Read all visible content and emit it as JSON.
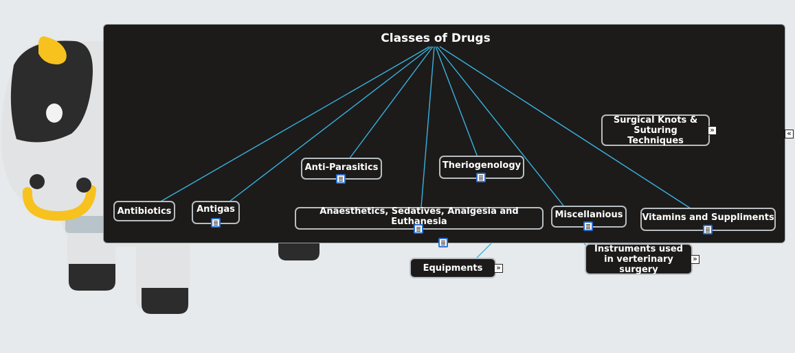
{
  "map": {
    "central_topic": "Classes of Drugs",
    "nodes": [
      {
        "id": "antibiotics",
        "label": "Antibiotics"
      },
      {
        "id": "antigas",
        "label": "Antigas"
      },
      {
        "id": "anti-parasitics",
        "label": "Anti-Parasitics"
      },
      {
        "id": "anaesthetics",
        "label": "Anaesthetics, Sedatives, Analgesia and Euthanesia"
      },
      {
        "id": "theriogenology",
        "label": "Theriogenology"
      },
      {
        "id": "miscellanious",
        "label": "Miscellanious"
      },
      {
        "id": "vitamins",
        "label": "Vitamins and Suppliments"
      },
      {
        "id": "surgical-knots",
        "label": "Surgical Knots & Suturing Techniques"
      },
      {
        "id": "equipments",
        "label": "Equipments"
      },
      {
        "id": "instruments",
        "label": "Instruments used in verterinary surgery"
      }
    ],
    "expand_glyph": "»",
    "collapse_glyph": "«",
    "colors": {
      "panel": "#1c1b1a",
      "link": "#3ab3e0",
      "node_border": "#b9bec2",
      "note_border": "#2a6fd6",
      "cow_spot": "#2c2c2c",
      "cow_horn": "#f7c21e"
    }
  }
}
